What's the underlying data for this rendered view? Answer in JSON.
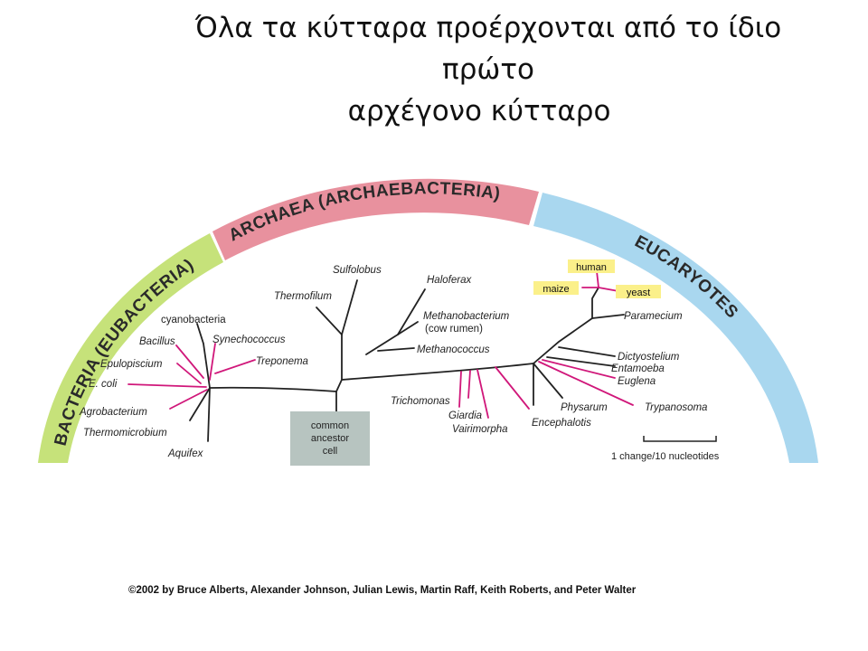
{
  "title": {
    "line1": "Όλα τα κύτταρα προέρχονται από το ίδιο πρώτο",
    "line2": "αρχέγονο κύτταρο"
  },
  "domains": {
    "bacteria": "BACTERIA (EUBACTERIA)",
    "archaea": "ARCHAEA (ARCHAEBACTERIA)",
    "eucaryotes": "EUCARYOTES"
  },
  "colors": {
    "bacteria_band": "#c6e27a",
    "archaea_band": "#e8919e",
    "eucaryotes_band": "#a9d7ef",
    "highlight_branch": "#d0177a",
    "organism_box": "#fbf08a",
    "root_box": "#b7c4c0"
  },
  "root": {
    "line1": "common",
    "line2": "ancestor",
    "line3": "cell"
  },
  "taxa": {
    "cyanobacteria": "cyanobacteria",
    "bacillus": "Bacillus",
    "synechococcus": "Synechococcus",
    "epulopiscium": "Epulopiscium",
    "treponema": "Treponema",
    "ecoli": "E. coli",
    "agrobacterium": "Agrobacterium",
    "thermomicrobium": "Thermomicrobium",
    "aquifex": "Aquifex",
    "sulfolobus": "Sulfolobus",
    "thermofilum": "Thermofilum",
    "haloferax": "Haloferax",
    "methanobacterium": "Methanobacterium",
    "cow_rumen": "(cow rumen)",
    "methanococcus": "Methanococcus",
    "human": "human",
    "maize": "maize",
    "yeast": "yeast",
    "paramecium": "Paramecium",
    "dictyostelium": "Dictyostelium",
    "entamoeba": "Entamoeba",
    "euglena": "Euglena",
    "trypanosoma": "Trypanosoma",
    "physarum": "Physarum",
    "encephalotis": "Encephalotis",
    "trichomonas": "Trichomonas",
    "giardia": "Giardia",
    "vairimorpha": "Vairimorpha"
  },
  "scale_bar": "1 change/10 nucleotides",
  "copyright": "©2002 by Bruce Alberts, Alexander Johnson, Julian Lewis, Martin Raff, Keith Roberts, and Peter Walter"
}
